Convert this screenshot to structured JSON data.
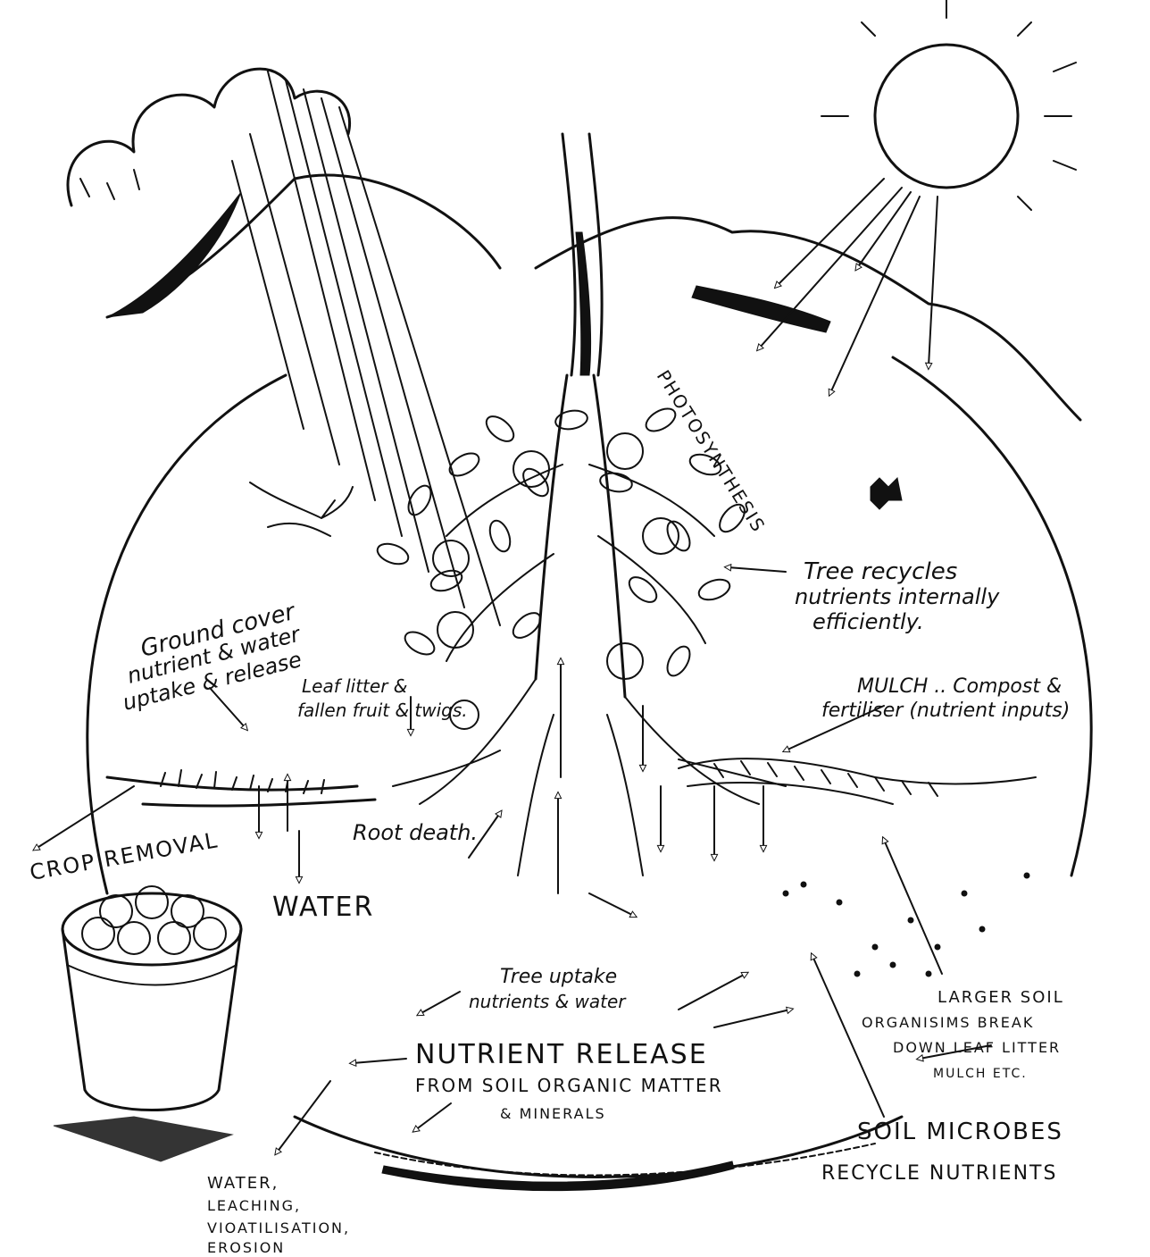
{
  "labels": {
    "photosynthesis": "PHOTOSYNTHESIS",
    "tree_recycles_1": "Tree recycles",
    "tree_recycles_2": "nutrients internally",
    "tree_recycles_3": "efficiently.",
    "ground_cover_1": "Ground cover",
    "ground_cover_2": "nutrient & water",
    "ground_cover_3": "uptake & release",
    "leaf_litter_1": "Leaf litter &",
    "leaf_litter_2": "fallen fruit & twigs.",
    "mulch_1": "MULCH .. Compost &",
    "mulch_2": "fertiliser (nutrient inputs)",
    "root_death": "Root death.",
    "crop_removal": "CROP REMOVAL",
    "water": "WATER",
    "tree_uptake_1": "Tree uptake",
    "tree_uptake_2": "nutrients & water",
    "larger_soil_1": "LARGER SOIL",
    "larger_soil_2": "ORGANISIMS BREAK",
    "larger_soil_3": "DOWN LEAF LITTER",
    "larger_soil_4": "MULCH ETC.",
    "nutrient_release_1": "NUTRIENT RELEASE",
    "nutrient_release_2": "FROM SOIL ORGANIC MATTER",
    "nutrient_release_3": "& MINERALS",
    "water_leaching_1": "WATER,",
    "water_leaching_2": "LEACHING,",
    "water_leaching_3": "VIOATILISATION,",
    "water_leaching_4": "EROSION",
    "soil_microbes_1": "SOIL MICROBES",
    "soil_microbes_2": "RECYCLE NUTRIENTS"
  }
}
